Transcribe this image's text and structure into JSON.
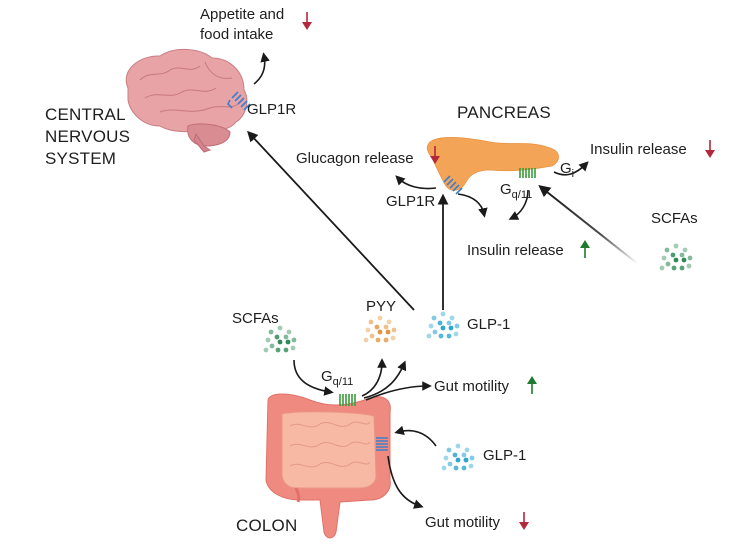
{
  "colors": {
    "decrease_arrow": "#b3283a",
    "increase_arrow": "#1e7a2c",
    "flow_arrow": "#1a1a1a",
    "brain": "#e8a3a6",
    "brain_dark": "#c87f84",
    "pancreas": "#f4a457",
    "colon": "#ef8a80",
    "small_intestine": "#f7b9a4",
    "glp1r_receptor": "#3f7fc7",
    "ffar_receptor": "#3a9b3a",
    "scfa_dots": "#2e8b57",
    "pyy_dots": "#e3963e",
    "glp1_dots": "#2ba6d1"
  },
  "organs": {
    "cns": {
      "label_lines": [
        "CENTRAL",
        "NERVOUS",
        "SYSTEM"
      ]
    },
    "pancreas": {
      "label": "PANCREAS"
    },
    "colon": {
      "label": "COLON"
    }
  },
  "labels": {
    "appetite_line1": "Appetite and",
    "appetite_line2": "food intake",
    "brain_receptor": "GLP1R",
    "pancreas_receptor": "GLP1R",
    "glucagon_release": "Glucagon release",
    "insulin_release_decrease": "Insulin release",
    "insulin_release_increase": "Insulin release",
    "gi": "G",
    "gi_sub": "i",
    "gq_pancreas": "G",
    "gq_pancreas_sub": "q/11",
    "gq_colon": "G",
    "gq_colon_sub": "q/11",
    "scfas_pancreas": "SCFAs",
    "scfas_colon": "SCFAs",
    "pyy": "PYY",
    "glp1_top": "GLP-1",
    "glp1_bottom": "GLP-1",
    "gut_motility_increase": "Gut motility",
    "gut_motility_decrease": "Gut motility"
  },
  "effects": [
    {
      "target": "Appetite and food intake",
      "direction": "decrease"
    },
    {
      "target": "Glucagon release",
      "direction": "decrease"
    },
    {
      "target": "Insulin release (Gi)",
      "direction": "decrease"
    },
    {
      "target": "Insulin release (GLP1R / Gq/11)",
      "direction": "increase"
    },
    {
      "target": "Gut motility (Gq/11)",
      "direction": "increase"
    },
    {
      "target": "Gut motility (GLP-1)",
      "direction": "decrease"
    }
  ]
}
